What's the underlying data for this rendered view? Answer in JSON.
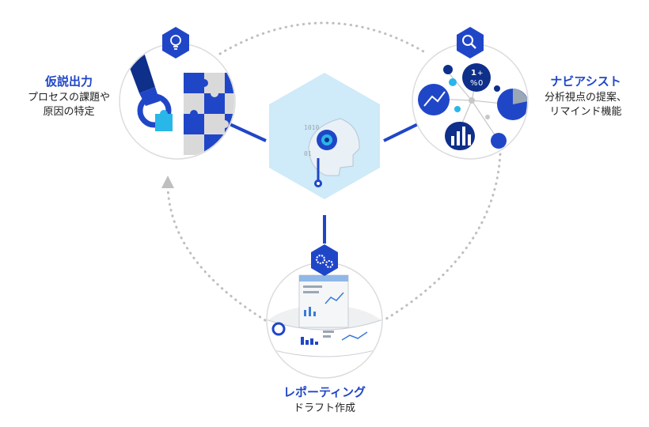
{
  "nodes": {
    "hypothesis": {
      "title": "仮説出力",
      "lines": [
        "プロセスの課題や",
        "原因の特定"
      ]
    },
    "navi": {
      "title": "ナビアシスト",
      "lines": [
        "分析視点の提案、",
        "リマインド機能"
      ]
    },
    "report": {
      "title": "レポーティング",
      "lines": [
        "ドラフト作成"
      ]
    }
  },
  "colors": {
    "accent": "#2046c8",
    "accent_light": "#3b7bd8",
    "hub_fill": "#cfeaf8",
    "cyan": "#29b6e8",
    "dots": "#bfbfbf",
    "navy": "#0e2f8a"
  },
  "icons": {
    "hypothesis_badge": "lightbulb-icon",
    "navi_badge": "magnifier-icon",
    "report_badge": "gears-icon",
    "hub": "ai-head-icon"
  }
}
